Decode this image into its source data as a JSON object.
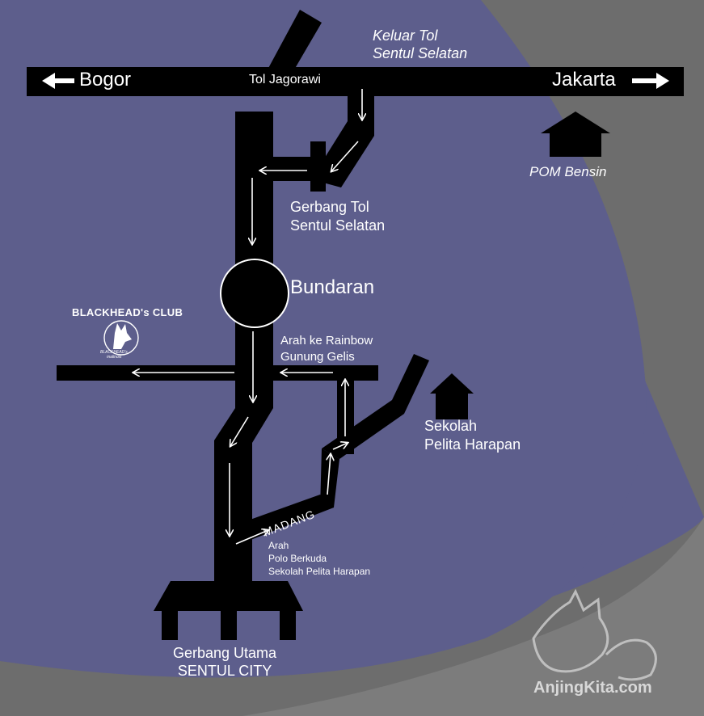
{
  "labels": {
    "bogor": "Bogor",
    "jakarta": "Jakarta",
    "tol_jagorawi": "Tol Jagorawi",
    "keluar_tol_line1": "Keluar Tol",
    "keluar_tol_line2": "Sentul Selatan",
    "pom_bensin": "POM Bensin",
    "gerbang_tol_line1": "Gerbang Tol",
    "gerbang_tol_line2": "Sentul Selatan",
    "bundaran": "Bundaran",
    "blackheads_club": "BLACKHEAD's CLUB",
    "club_logo_line1": "BLACKHEAD's",
    "club_logo_line2": "malinois",
    "rainbow_line1": "Arah ke Rainbow",
    "rainbow_line2": "Gunung Gelis",
    "sekolah_line1": "Sekolah",
    "sekolah_line2": "Pelita Harapan",
    "madang": "MADANG",
    "polo_line1": "Arah",
    "polo_line2": "Polo Berkuda",
    "polo_line3": "Sekolah Pelita Harapan",
    "gerbang_utama_line1": "Gerbang Utama",
    "gerbang_utama_line2": "SENTUL CITY",
    "watermark": "AnjingKita.com"
  },
  "icons": [
    "bogor-arrow-icon",
    "jakarta-arrow-icon",
    "house-icon",
    "school-icon",
    "dog-logo-icon",
    "roundabout-icon",
    "gate-icon",
    "direction-arrow-icon"
  ],
  "colors": {
    "background_purple": "#5d5e8c",
    "background_gray": "#6d6d6d",
    "background_light_gray": "#8a8a8a",
    "road": "#000000",
    "text": "#ffffff"
  }
}
